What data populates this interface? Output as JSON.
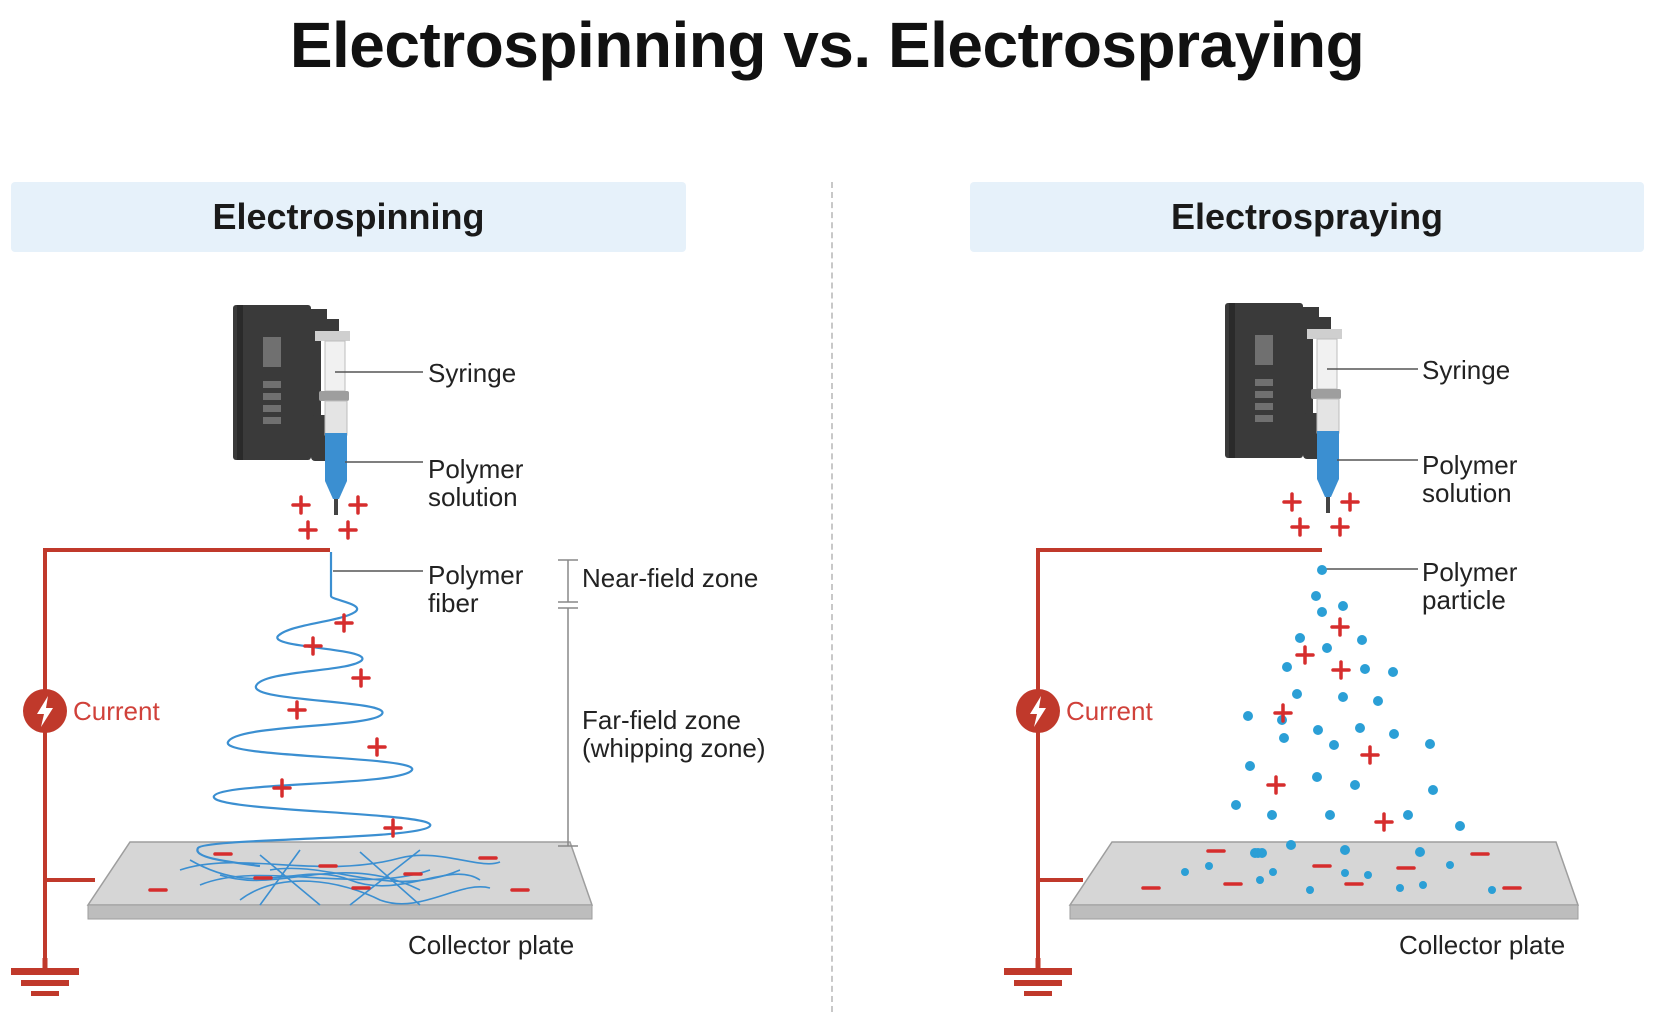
{
  "title": "Electrospinning vs. Electrospraying",
  "colors": {
    "header_bg": "#e6f1fa",
    "wire": "#c0392b",
    "charge": "#d62d2d",
    "fluid": "#3b8fd1",
    "particle": "#2b9fd6",
    "plate": "#d6d6d6",
    "pump": "#3a3a3a"
  },
  "left": {
    "header": "Electrospinning",
    "labels": {
      "syringe": "Syringe",
      "polymer_solution_1": "Polymer",
      "polymer_solution_2": "solution",
      "polymer_fiber_1": "Polymer",
      "polymer_fiber_2": "fiber",
      "near_field": "Near-field zone",
      "far_field_1": "Far-field zone",
      "far_field_2": "(whipping zone)",
      "current": "Current",
      "collector": "Collector plate"
    },
    "icons": [
      "syringe-pump-icon",
      "lightning-icon",
      "ground-icon"
    ]
  },
  "right": {
    "header": "Electrospraying",
    "labels": {
      "syringe": "Syringe",
      "polymer_solution_1": "Polymer",
      "polymer_solution_2": "solution",
      "polymer_particle_1": "Polymer",
      "polymer_particle_2": "particle",
      "current": "Current",
      "collector": "Collector plate"
    },
    "icons": [
      "syringe-pump-icon",
      "lightning-icon",
      "ground-icon"
    ]
  }
}
